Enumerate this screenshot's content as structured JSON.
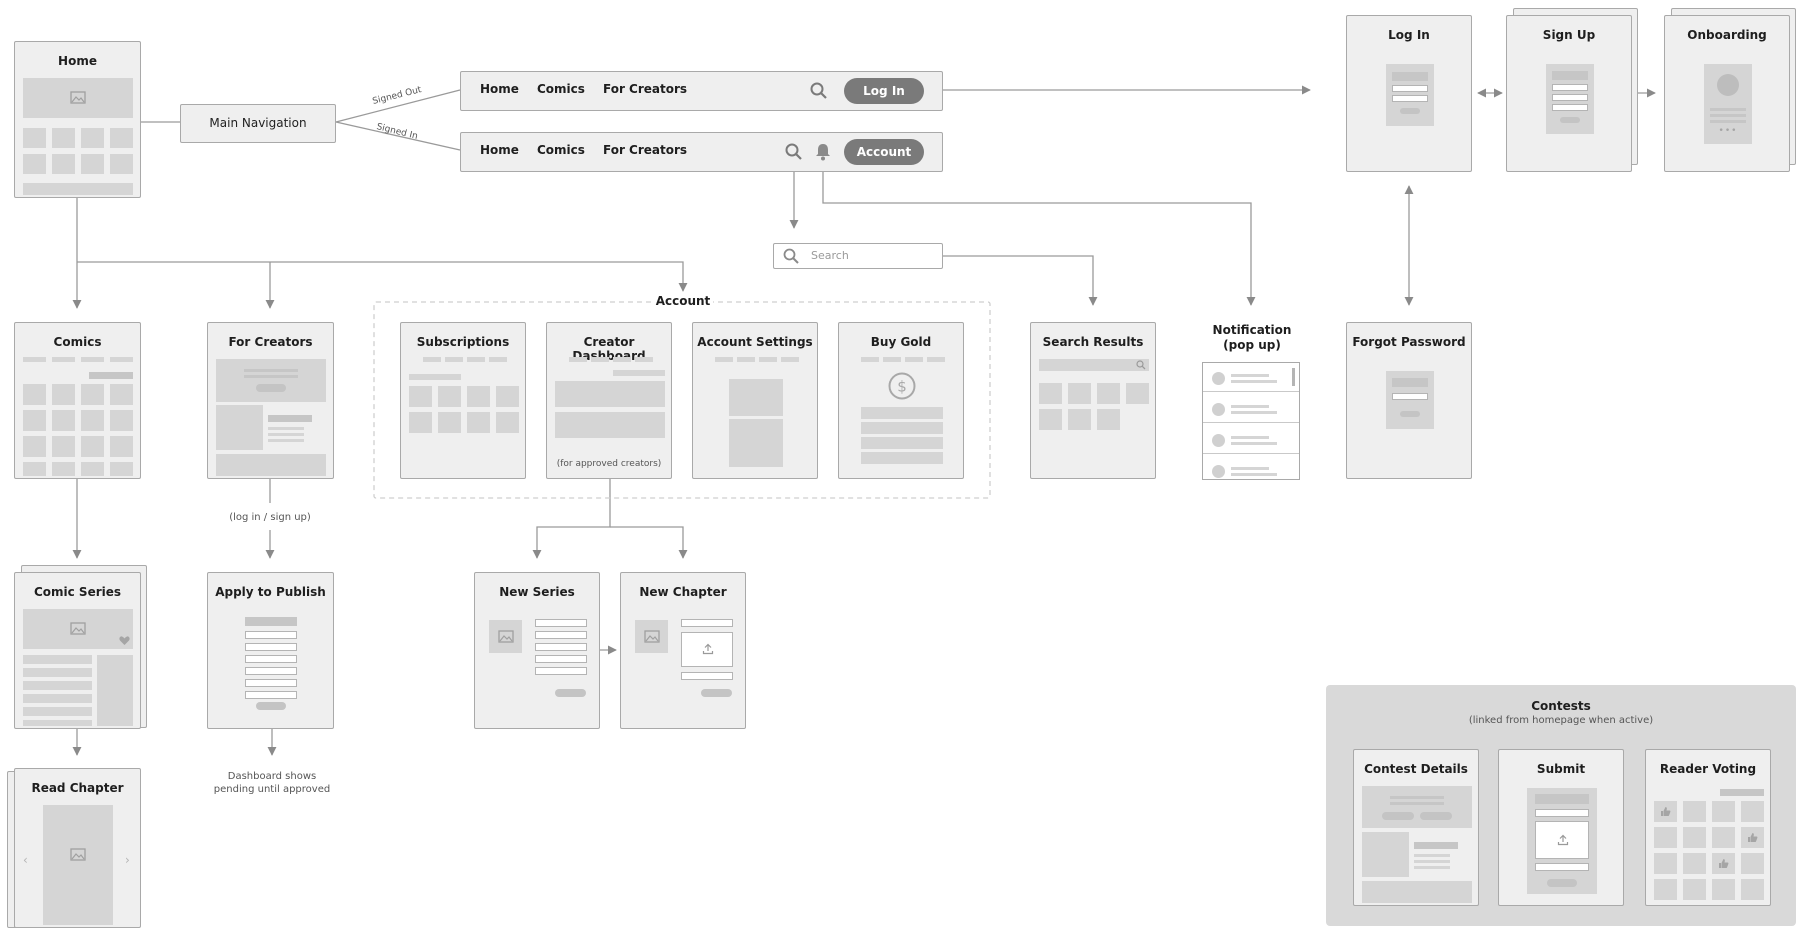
{
  "home": {
    "title": "Home"
  },
  "main_navigation": {
    "label": "Main Navigation",
    "signed_out": "Signed Out",
    "signed_in": "Signed In"
  },
  "navbar_signed_out": {
    "links": [
      "Home",
      "Comics",
      "For Creators"
    ],
    "button": "Log In"
  },
  "navbar_signed_in": {
    "links": [
      "Home",
      "Comics",
      "For Creators"
    ],
    "button": "Account"
  },
  "search": {
    "placeholder": "Search"
  },
  "auth": {
    "login": "Log In",
    "signup": "Sign Up",
    "onboarding": "Onboarding",
    "forgot_password": "Forgot Password"
  },
  "account_group": {
    "label": "Account",
    "subscriptions": "Subscriptions",
    "creator_dashboard": "Creator Dashboard",
    "creator_dashboard_note": "(for approved creators)",
    "account_settings": "Account Settings",
    "buy_gold": "Buy Gold"
  },
  "search_results": {
    "title": "Search Results"
  },
  "notification": {
    "title_line1": "Notification",
    "title_line2": "(pop up)"
  },
  "comics": {
    "title": "Comics"
  },
  "for_creators": {
    "title": "For Creators",
    "note": "(log in / sign up)"
  },
  "comic_series": {
    "title": "Comic Series"
  },
  "read_chapter": {
    "title": "Read Chapter"
  },
  "apply_to_publish": {
    "title": "Apply to Publish",
    "note_line1": "Dashboard shows",
    "note_line2": "pending until approved"
  },
  "new_series": {
    "title": "New Series"
  },
  "new_chapter": {
    "title": "New Chapter"
  },
  "contests": {
    "title": "Contests",
    "subtitle": "(linked from homepage when active)",
    "details": "Contest Details",
    "submit": "Submit",
    "voting": "Reader Voting"
  },
  "colors": {
    "card": "#efefef",
    "border": "#a9a9a9",
    "placeholder": "#d5d5d5",
    "button": "#7a7a7a",
    "contests_bg": "#d9d9d9"
  }
}
